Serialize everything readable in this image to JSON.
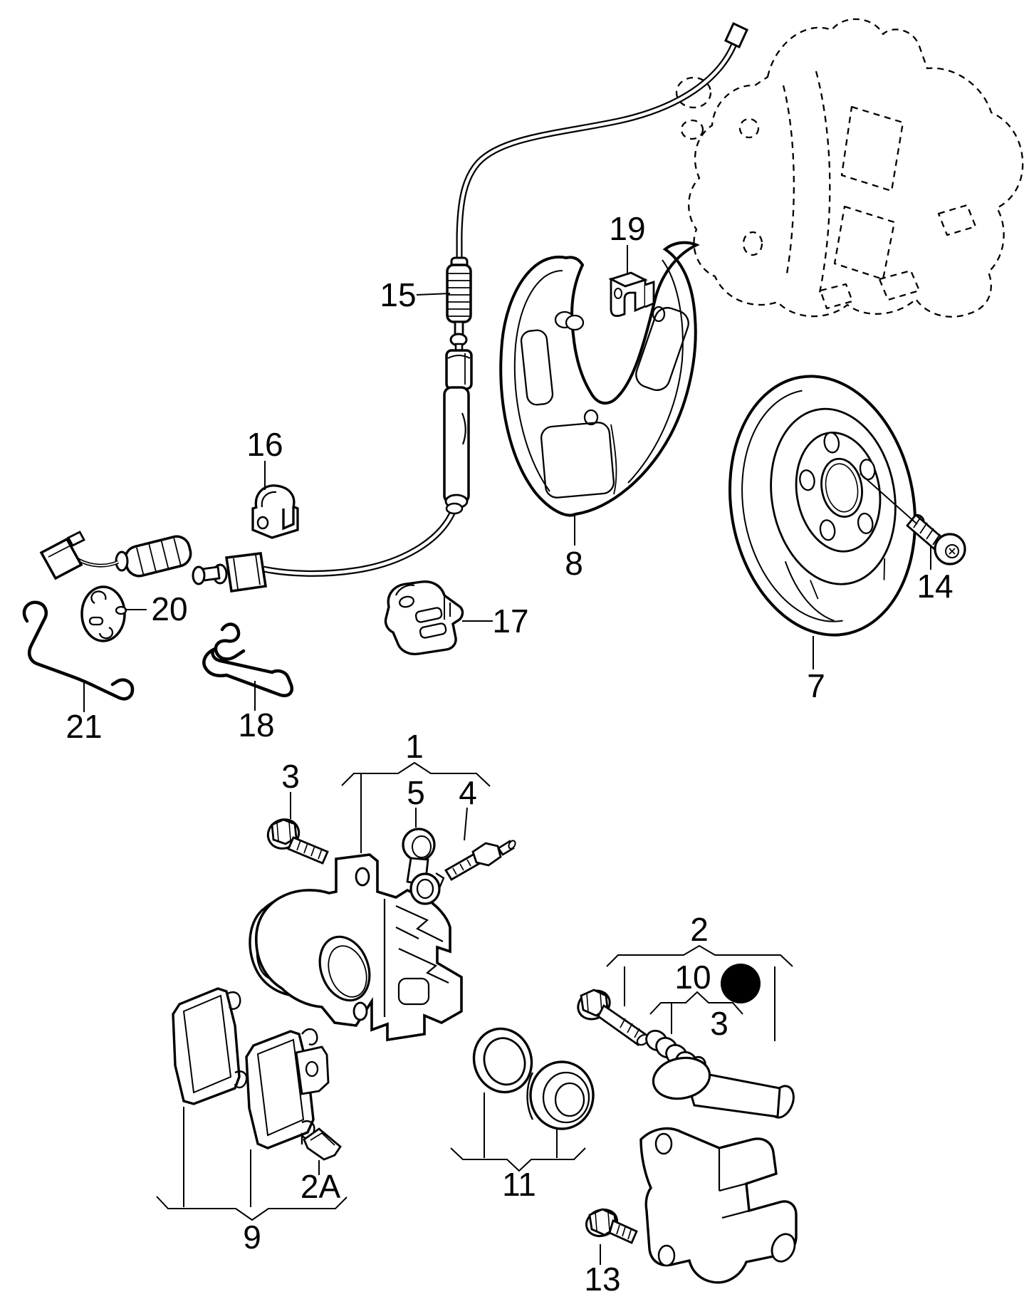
{
  "diagram": {
    "type": "exploded-parts-diagram",
    "background_color": "#ffffff",
    "line_color": "#000000",
    "marker": {
      "name": "filled-circle",
      "color": "#000000"
    },
    "callouts": [
      {
        "id": "1",
        "text": "1"
      },
      {
        "id": "2",
        "text": "2"
      },
      {
        "id": "2A",
        "text": "2A"
      },
      {
        "id": "3-upper",
        "text": "3"
      },
      {
        "id": "3-lower",
        "text": "3"
      },
      {
        "id": "4",
        "text": "4"
      },
      {
        "id": "5",
        "text": "5"
      },
      {
        "id": "7",
        "text": "7"
      },
      {
        "id": "8",
        "text": "8"
      },
      {
        "id": "9",
        "text": "9"
      },
      {
        "id": "10",
        "text": "10"
      },
      {
        "id": "11",
        "text": "11"
      },
      {
        "id": "13",
        "text": "13"
      },
      {
        "id": "14",
        "text": "14"
      },
      {
        "id": "15",
        "text": "15"
      },
      {
        "id": "16",
        "text": "16"
      },
      {
        "id": "17",
        "text": "17"
      },
      {
        "id": "18",
        "text": "18"
      },
      {
        "id": "19",
        "text": "19"
      },
      {
        "id": "20",
        "text": "20"
      },
      {
        "id": "21",
        "text": "21"
      }
    ]
  }
}
